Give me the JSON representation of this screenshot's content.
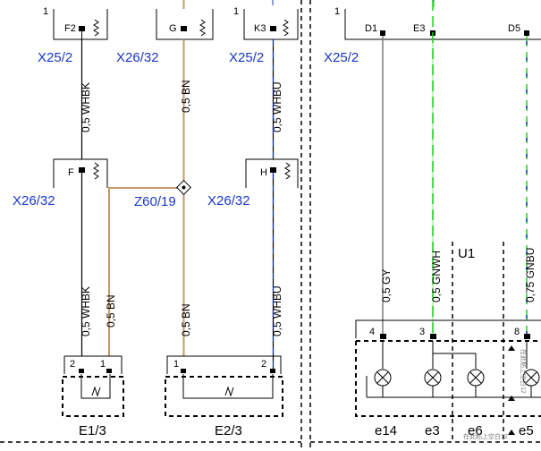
{
  "colors": {
    "brown": "#c6996b",
    "blue": "#1a37c8",
    "green": "#1fd11f",
    "black": "#000000",
    "gray": "#7d7d7d"
  },
  "col1": {
    "pin_top": "1",
    "conn_top": "F2",
    "conn_top_label": "X25/2",
    "wire_top": "0,5 WHBK",
    "conn_mid": "F",
    "conn_mid_label": "X26/32",
    "wire_left": "0,5 WHBK",
    "wire_right": "0,5 BN",
    "pin_left": "2",
    "pin_right": "1",
    "component": "E1/3"
  },
  "col2": {
    "conn_top": "G",
    "conn_top_label": "X26/32",
    "wire_top": "0,5 BN",
    "splice_label": "Z60/19",
    "wire_bottom": "0,5 BN",
    "pin_left": "1",
    "pin_right": "2",
    "component": "E2/3"
  },
  "col3": {
    "pin_top": "1",
    "conn_top": "K3",
    "conn_top_label": "X25/2",
    "wire_top": "0,5 WHBU",
    "conn_mid": "H",
    "conn_mid_label": "X26/32",
    "wire_bottom": "0,5 WHBU"
  },
  "right": {
    "pin_top": "1",
    "conn_label": "X25/2",
    "pin_d1": "D1",
    "pin_e3": "E3",
    "pin_d5": "D5",
    "module": "U1",
    "wire_gy": "0,5 GY",
    "wire_gnwh": "0,5 GNWH",
    "wire_gnbu": "0,75 GNBU",
    "pin4": "4",
    "pin3": "3",
    "pin8": "8",
    "lamp_e14": "e14",
    "lamp_e3": "e3",
    "lamp_e6": "e6",
    "lamp_e5": "e5",
    "note_bottom": "在此粘上空白12",
    "note_side": "在此粘上空白12"
  }
}
